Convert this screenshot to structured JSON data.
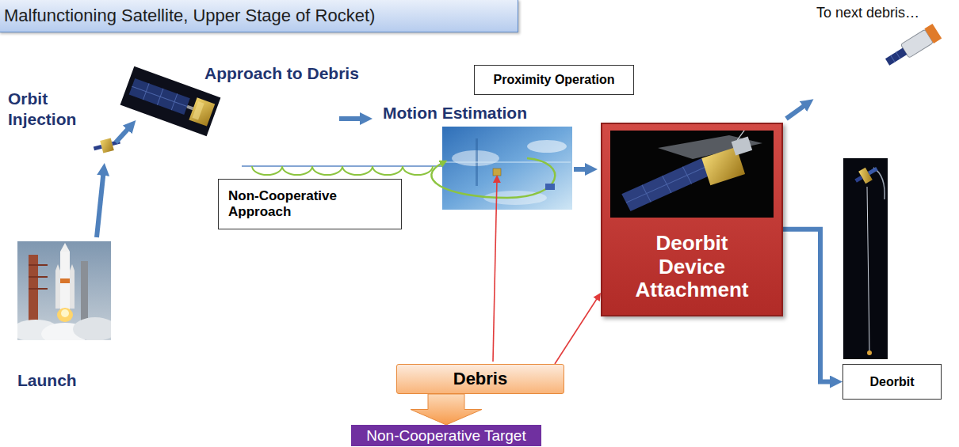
{
  "diagram": {
    "nodes": [
      {
        "text": [
          "Malfunctioning Satellite, Upper Stage of Rocket)"
        ]
      },
      {
        "text": [
          "Proximity Operation"
        ]
      },
      {
        "text": [
          "Non-Cooperative Approach"
        ]
      },
      {
        "text": [
          "Deorbit Device Attachment"
        ]
      },
      {
        "text": [
          "Debris"
        ]
      },
      {
        "text": [
          "Deorbit"
        ]
      },
      {
        "text": [
          "Non-Cooperative Target"
        ]
      }
    ],
    "edges": [
      {
        "from": 4,
        "to": 3,
        "arrow": "to"
      },
      {
        "from": 4,
        "to": 6,
        "arrow": "to"
      },
      {
        "from": 3,
        "to": 5,
        "arrow": "to"
      }
    ],
    "labels": [
      "To next debris…",
      "Orbit Injection",
      "Approach to Debris",
      "Motion Estimation",
      "Launch"
    ]
  }
}
